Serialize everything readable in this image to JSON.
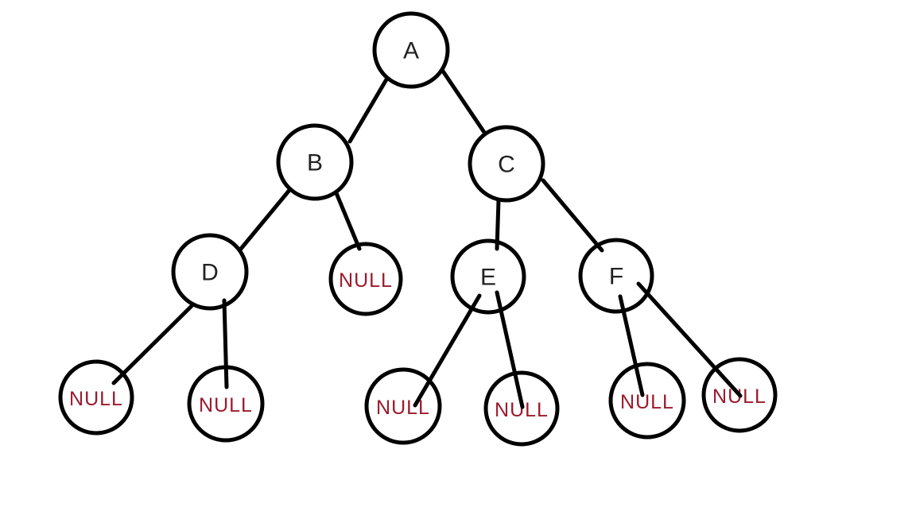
{
  "diagram": {
    "type": "binary-tree",
    "background_color": "#ffffff",
    "stroke_color": "#000000",
    "letter_color": "#222222",
    "null_text_color": "#9c1b2d",
    "nodes": [
      {
        "id": "A",
        "label": "A",
        "kind": "value"
      },
      {
        "id": "B",
        "label": "B",
        "kind": "value"
      },
      {
        "id": "C",
        "label": "C",
        "kind": "value"
      },
      {
        "id": "D",
        "label": "D",
        "kind": "value"
      },
      {
        "id": "B-right-null",
        "label": "NULL",
        "kind": "null"
      },
      {
        "id": "E",
        "label": "E",
        "kind": "value"
      },
      {
        "id": "F",
        "label": "F",
        "kind": "value"
      },
      {
        "id": "D-left-null",
        "label": "NULL",
        "kind": "null"
      },
      {
        "id": "D-right-null",
        "label": "NULL",
        "kind": "null"
      },
      {
        "id": "E-left-null",
        "label": "NULL",
        "kind": "null"
      },
      {
        "id": "E-right-null",
        "label": "NULL",
        "kind": "null"
      },
      {
        "id": "F-left-null",
        "label": "NULL",
        "kind": "null"
      },
      {
        "id": "F-right-null",
        "label": "NULL",
        "kind": "null"
      }
    ],
    "edges": [
      {
        "from": "A",
        "to": "B"
      },
      {
        "from": "A",
        "to": "C"
      },
      {
        "from": "B",
        "to": "D"
      },
      {
        "from": "B",
        "to": "B-right-null"
      },
      {
        "from": "C",
        "to": "E"
      },
      {
        "from": "C",
        "to": "F"
      },
      {
        "from": "D",
        "to": "D-left-null"
      },
      {
        "from": "D",
        "to": "D-right-null"
      },
      {
        "from": "E",
        "to": "E-left-null"
      },
      {
        "from": "E",
        "to": "E-right-null"
      },
      {
        "from": "F",
        "to": "F-left-null"
      },
      {
        "from": "F",
        "to": "F-right-null"
      }
    ]
  }
}
